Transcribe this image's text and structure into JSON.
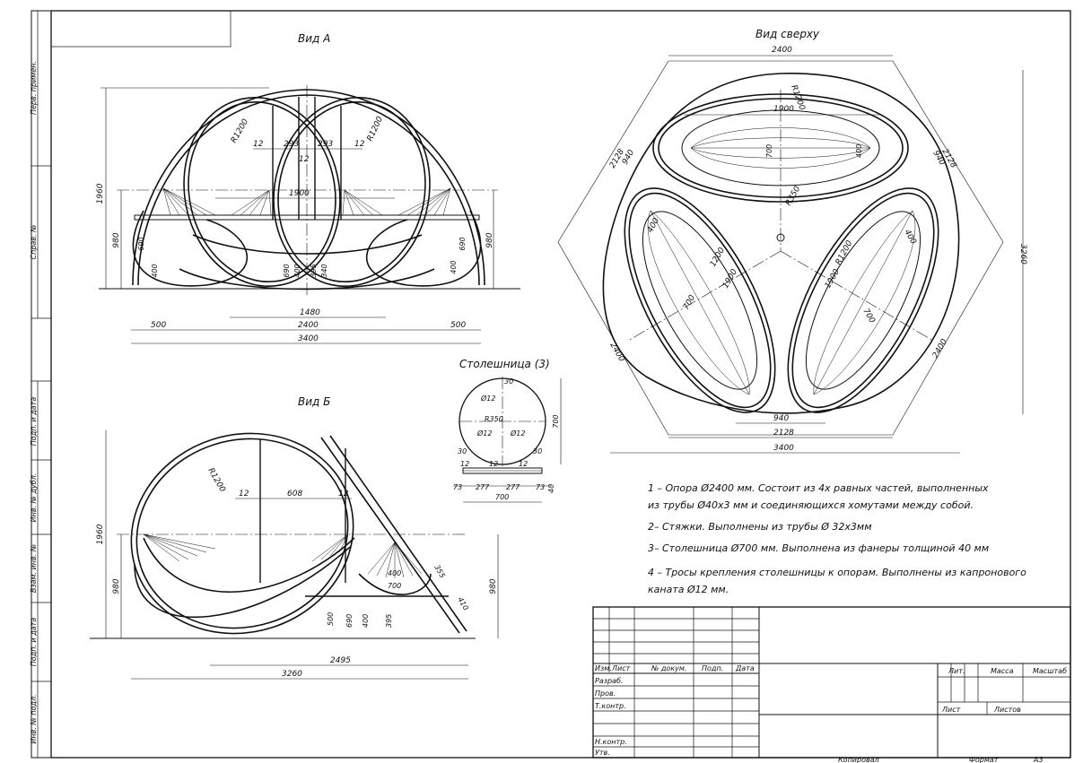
{
  "side_stamp": [
    "Перв. примен.",
    "Справ. №",
    "Подп. и дата",
    "Инв. № дубл.",
    "Взам. инв. №",
    "Подп. и дата",
    "Инв. № подл."
  ],
  "views": {
    "view_a": "Вид А",
    "view_top": "Вид сверху",
    "view_b": "Вид Б",
    "tabletop": "Столешница (3)"
  },
  "view_a_dims": {
    "d1960": "1960",
    "d980L": "980",
    "d980R": "980",
    "d690L": "690",
    "d690R": "690",
    "d400L": "400",
    "d400R": "400",
    "d1900": "1900",
    "d293a": "293",
    "d293b": "293",
    "d12a": "12",
    "d12b": "12",
    "d12c": "12",
    "r1200a": "R1200",
    "r1200b": "R1200",
    "d690c": "690",
    "d400c": "400",
    "d395": "395",
    "d340": "340",
    "d1480": "1480",
    "d500L": "500",
    "d500R": "500",
    "d2400": "2400",
    "d3400": "3400"
  },
  "top_dims": {
    "d2400": "2400",
    "d1900": "1900",
    "d700": "700",
    "d400": "400",
    "r1200": "R1200",
    "d2128a": "2128",
    "d940a": "940",
    "d2128b": "2128",
    "d940b": "940",
    "r350": "R350",
    "d1200": "1200",
    "d1900b": "1900",
    "d700b": "700",
    "d400b": "400",
    "r1200b": "R1200",
    "d1900c": "1900",
    "d700c": "700",
    "d400c": "400",
    "d3260": "3260",
    "d2400b": "2400",
    "d2400c": "2400",
    "d940c": "940",
    "d2128c": "2128",
    "d3400": "3400"
  },
  "tabletop_dims": {
    "d30a": "30",
    "phi12a": "Ø12",
    "r350": "R350",
    "phi12b": "Ø12",
    "phi12c": "Ø12",
    "d30b": "30",
    "d30c": "30",
    "d700v": "700",
    "d12a": "12",
    "d12b": "12",
    "d12c": "12",
    "d73a": "73",
    "d277a": "277",
    "d277b": "277",
    "d73b": "73",
    "d40": "40",
    "d700": "700"
  },
  "view_b_dims": {
    "d1960": "1960",
    "d980": "980",
    "d980R": "980",
    "r1200": "R1200",
    "d12a": "12",
    "d608": "608",
    "d12b": "12",
    "d500": "500",
    "d690": "690",
    "d400": "400",
    "d395": "395",
    "d400t": "400",
    "d700t": "700",
    "d355": "355",
    "d410": "410",
    "d2495": "2495",
    "d3260": "3260"
  },
  "notes": [
    "1 – Опора Ø2400 мм. Состоит из 4х равных частей, выполненных",
    "из трубы Ø40х3 мм и соединяющихся хомутами между собой.",
    "2– Стяжки. Выполнены из трубы Ø 32х3мм",
    "3– Столешница Ø700 мм. Выполнена из фанеры толщиной 40 мм",
    "4 – Тросы крепления столешницы к опорам. Выполнены из капронового",
    "каната Ø12 мм."
  ],
  "title_block": {
    "izm": "Изм.",
    "list": "Лист",
    "doc": "№ докум.",
    "podp": "Подп.",
    "data": "Дата",
    "razrab": "Разраб.",
    "prov": "Пров.",
    "tkontr": "Т.контр.",
    "nkontr": "Н.контр.",
    "utv": "Утв.",
    "lit": "Лит.",
    "massa": "Масса",
    "masshtab": "Масштаб",
    "list2": "Лист",
    "listov": "Листов",
    "kopiroval": "Копировал",
    "format": "Формат",
    "format_val": "А3"
  }
}
